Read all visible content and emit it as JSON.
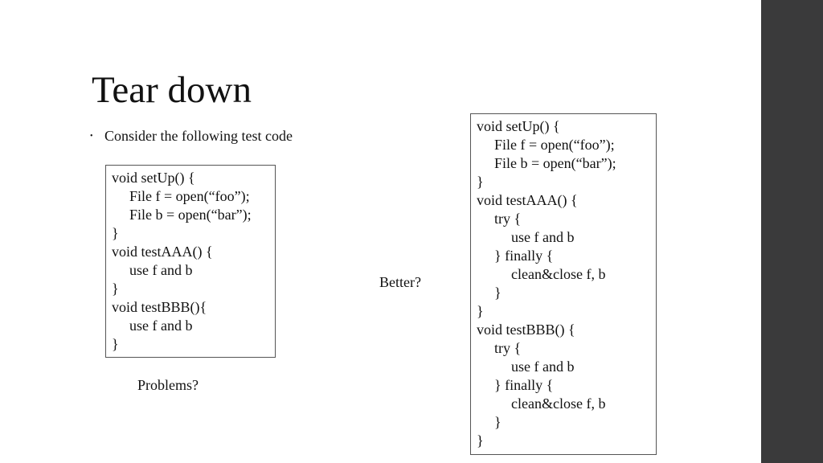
{
  "slide": {
    "title": "Tear down",
    "bullet_marker": "•",
    "bullet_text": "Consider the following test code",
    "problems_label": "Problems?",
    "better_label": "Better?"
  },
  "code_left": {
    "lines": [
      {
        "text": "void setUp() {",
        "indent": 0
      },
      {
        "text": "File f = open(“foo”);",
        "indent": 1
      },
      {
        "text": "File b = open(“bar”);",
        "indent": 1
      },
      {
        "text": "}",
        "indent": 0
      },
      {
        "text": "void testAAA() {",
        "indent": 0
      },
      {
        "text": "use f and b",
        "indent": 1
      },
      {
        "text": "}",
        "indent": 0
      },
      {
        "text": "void testBBB(){",
        "indent": 0
      },
      {
        "text": "use f and b",
        "indent": 1
      },
      {
        "text": "}",
        "indent": 0
      }
    ]
  },
  "code_right": {
    "lines": [
      {
        "text": "void setUp() {",
        "indent": 0
      },
      {
        "text": "File f = open(“foo”);",
        "indent": 1
      },
      {
        "text": "File b = open(“bar”);",
        "indent": 1
      },
      {
        "text": "}",
        "indent": 0
      },
      {
        "text": "void testAAA() {",
        "indent": 0
      },
      {
        "text": "try {",
        "indent": 1
      },
      {
        "text": "use f and b",
        "indent": 2
      },
      {
        "text": "} finally {",
        "indent": 1
      },
      {
        "text": "clean&close f, b",
        "indent": 2
      },
      {
        "text": "}",
        "indent": 1
      },
      {
        "text": "}",
        "indent": 0
      },
      {
        "text": "void testBBB() {",
        "indent": 0
      },
      {
        "text": "try {",
        "indent": 1
      },
      {
        "text": "use f and b",
        "indent": 2
      },
      {
        "text": "} finally {",
        "indent": 1
      },
      {
        "text": "clean&close f, b",
        "indent": 2
      },
      {
        "text": "}",
        "indent": 1
      },
      {
        "text": "}",
        "indent": 0
      }
    ]
  },
  "colors": {
    "side_bar": "#3a3a3b",
    "background": "#ffffff",
    "text": "#111111",
    "box_border": "#555555"
  }
}
